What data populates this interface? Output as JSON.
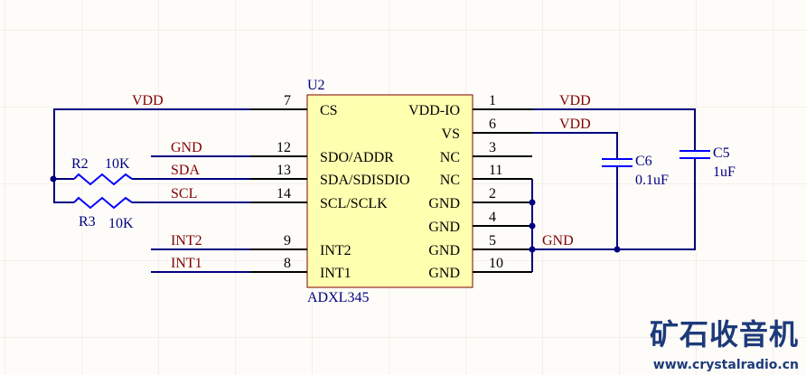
{
  "colors": {
    "wire": "#000080",
    "net_label": "#800000",
    "ref_label": "#000080",
    "chip_fill": "#ffffb0",
    "chip_border": "#800000",
    "pin": "#000000",
    "resistor": "#0000ff"
  },
  "chip": {
    "ref": "U2",
    "part": "ADXL345",
    "left_pins": [
      {
        "num": "7",
        "name": "CS",
        "net": "VDD"
      },
      {
        "num": "12",
        "name": "SDO/ADDR",
        "net": "GND"
      },
      {
        "num": "13",
        "name": "SDA/SDISDIO",
        "net": "SDA"
      },
      {
        "num": "14",
        "name": "SCL/SCLK",
        "net": "SCL"
      },
      {
        "num": "9",
        "name": "INT2",
        "net": "INT2"
      },
      {
        "num": "8",
        "name": "INT1",
        "net": "INT1"
      }
    ],
    "right_pins": [
      {
        "num": "1",
        "name": "VDD-IO",
        "net": "VDD"
      },
      {
        "num": "6",
        "name": "VS",
        "net": "VDD"
      },
      {
        "num": "3",
        "name": "NC"
      },
      {
        "num": "11",
        "name": "NC"
      },
      {
        "num": "2",
        "name": "GND"
      },
      {
        "num": "4",
        "name": "GND"
      },
      {
        "num": "5",
        "name": "GND",
        "net": "GND"
      },
      {
        "num": "10",
        "name": "GND"
      }
    ]
  },
  "resistors": [
    {
      "ref": "R2",
      "value": "10K"
    },
    {
      "ref": "R3",
      "value": "10K"
    }
  ],
  "capacitors": [
    {
      "ref": "C6",
      "value": "0.1uF"
    },
    {
      "ref": "C5",
      "value": "1uF"
    }
  ],
  "watermark": {
    "title": "矿石收音机",
    "url": "www.crystalradio.cn"
  }
}
